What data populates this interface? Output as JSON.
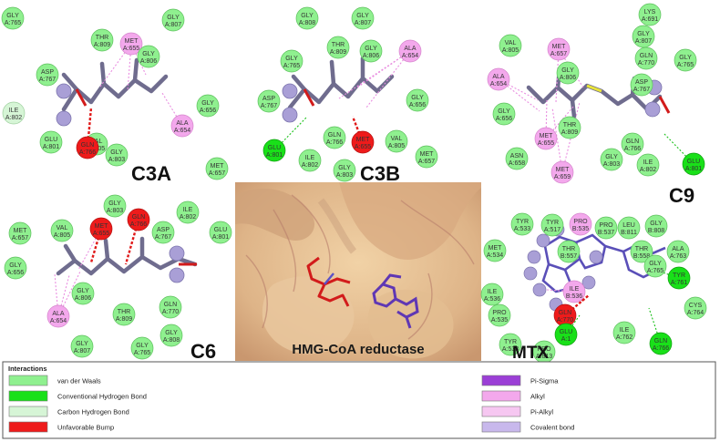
{
  "panels": {
    "c3a": {
      "label": "C3A",
      "residues": [
        {
          "name": "GLY",
          "num": "A:765",
          "kind": "vdw"
        },
        {
          "name": "THR",
          "num": "A:809",
          "kind": "vdw"
        },
        {
          "name": "MET",
          "num": "A:655",
          "kind": "alkyl"
        },
        {
          "name": "GLY",
          "num": "A:807",
          "kind": "vdw"
        },
        {
          "name": "GLY",
          "num": "A:806",
          "kind": "vdw"
        },
        {
          "name": "ASP",
          "num": "A:767",
          "kind": "vdw"
        },
        {
          "name": "GLY",
          "num": "A:656",
          "kind": "vdw"
        },
        {
          "name": "ILE",
          "num": "A:802",
          "kind": "chb"
        },
        {
          "name": "ALA",
          "num": "A:654",
          "kind": "alkyl"
        },
        {
          "name": "VAL",
          "num": "A:805",
          "kind": "vdw"
        },
        {
          "name": "GLU",
          "num": "A:801",
          "kind": "vdw"
        },
        {
          "name": "GLN",
          "num": "A:766",
          "kind": "bump"
        },
        {
          "name": "GLY",
          "num": "A:803",
          "kind": "vdw"
        },
        {
          "name": "MET",
          "num": "A:657",
          "kind": "vdw"
        }
      ]
    },
    "c3b": {
      "label": "C3B",
      "residues": [
        {
          "name": "GLY",
          "num": "A:808",
          "kind": "vdw"
        },
        {
          "name": "GLY",
          "num": "A:807",
          "kind": "vdw"
        },
        {
          "name": "THR",
          "num": "A:809",
          "kind": "vdw"
        },
        {
          "name": "GLY",
          "num": "A:806",
          "kind": "vdw"
        },
        {
          "name": "ALA",
          "num": "A:654",
          "kind": "alkyl"
        },
        {
          "name": "GLY",
          "num": "A:765",
          "kind": "vdw"
        },
        {
          "name": "ASP",
          "num": "A:767",
          "kind": "vdw"
        },
        {
          "name": "GLY",
          "num": "A:656",
          "kind": "vdw"
        },
        {
          "name": "GLN",
          "num": "A:766",
          "kind": "vdw"
        },
        {
          "name": "MET",
          "num": "A:655",
          "kind": "bump"
        },
        {
          "name": "VAL",
          "num": "A:805",
          "kind": "vdw"
        },
        {
          "name": "GLU",
          "num": "A:801",
          "kind": "hbond"
        },
        {
          "name": "ILE",
          "num": "A:802",
          "kind": "vdw"
        },
        {
          "name": "GLY",
          "num": "A:803",
          "kind": "vdw"
        },
        {
          "name": "MET",
          "num": "A:657",
          "kind": "vdw"
        }
      ]
    },
    "c9": {
      "label": "C9",
      "residues": [
        {
          "name": "LYS",
          "num": "A:691",
          "kind": "vdw"
        },
        {
          "name": "GLY",
          "num": "A:807",
          "kind": "vdw"
        },
        {
          "name": "VAL",
          "num": "A:805",
          "kind": "vdw"
        },
        {
          "name": "MET",
          "num": "A:657",
          "kind": "alkyl"
        },
        {
          "name": "GLN",
          "num": "A:770",
          "kind": "vdw"
        },
        {
          "name": "GLY",
          "num": "A:765",
          "kind": "vdw"
        },
        {
          "name": "GLY",
          "num": "A:806",
          "kind": "vdw"
        },
        {
          "name": "ALA",
          "num": "A:654",
          "kind": "alkyl"
        },
        {
          "name": "ASP",
          "num": "A:767",
          "kind": "vdw"
        },
        {
          "name": "GLY",
          "num": "A:656",
          "kind": "vdw"
        },
        {
          "name": "THR",
          "num": "A:809",
          "kind": "vdw"
        },
        {
          "name": "MET",
          "num": "A:655",
          "kind": "alkyl"
        },
        {
          "name": "GLN",
          "num": "A:766",
          "kind": "vdw"
        },
        {
          "name": "ASN",
          "num": "A:658",
          "kind": "vdw"
        },
        {
          "name": "GLY",
          "num": "A:803",
          "kind": "vdw"
        },
        {
          "name": "MET",
          "num": "A:659",
          "kind": "alkyl"
        },
        {
          "name": "ILE",
          "num": "A:802",
          "kind": "vdw"
        },
        {
          "name": "GLU",
          "num": "A:801",
          "kind": "hbond"
        }
      ]
    },
    "c6": {
      "label": "C6",
      "residues": [
        {
          "name": "GLY",
          "num": "A:803",
          "kind": "vdw"
        },
        {
          "name": "ILE",
          "num": "A:802",
          "kind": "vdw"
        },
        {
          "name": "MET",
          "num": "A:657",
          "kind": "vdw"
        },
        {
          "name": "VAL",
          "num": "A:805",
          "kind": "vdw"
        },
        {
          "name": "MET",
          "num": "A:655",
          "kind": "bump"
        },
        {
          "name": "GLN",
          "num": "A:766",
          "kind": "bump"
        },
        {
          "name": "ASP",
          "num": "A:767",
          "kind": "vdw"
        },
        {
          "name": "GLU",
          "num": "A:801",
          "kind": "vdw"
        },
        {
          "name": "GLY",
          "num": "A:656",
          "kind": "vdw"
        },
        {
          "name": "ALA",
          "num": "A:654",
          "kind": "alkyl"
        },
        {
          "name": "GLY",
          "num": "A:806",
          "kind": "vdw"
        },
        {
          "name": "THR",
          "num": "A:809",
          "kind": "vdw"
        },
        {
          "name": "GLN",
          "num": "A:770",
          "kind": "vdw"
        },
        {
          "name": "GLY",
          "num": "A:807",
          "kind": "vdw"
        },
        {
          "name": "GLY",
          "num": "A:765",
          "kind": "vdw"
        },
        {
          "name": "GLY",
          "num": "A:808",
          "kind": "vdw"
        }
      ]
    },
    "mtx": {
      "label": "MTX",
      "residues": [
        {
          "name": "THR",
          "num": "B:557",
          "kind": "vdw"
        },
        {
          "name": "TYR",
          "num": "A:533",
          "kind": "vdw"
        },
        {
          "name": "TYR",
          "num": "A:517",
          "kind": "vdw"
        },
        {
          "name": "PRO",
          "num": "B:535",
          "kind": "alkyl"
        },
        {
          "name": "PRO",
          "num": "B:537",
          "kind": "vdw"
        },
        {
          "name": "LEU",
          "num": "B:811",
          "kind": "vdw"
        },
        {
          "name": "GLY",
          "num": "B:808",
          "kind": "vdw"
        },
        {
          "name": "MET",
          "num": "A:534",
          "kind": "vdw"
        },
        {
          "name": "THR",
          "num": "B:558",
          "kind": "vdw"
        },
        {
          "name": "ALA",
          "num": "A:763",
          "kind": "vdw"
        },
        {
          "name": "GLY",
          "num": "A:765",
          "kind": "vdw"
        },
        {
          "name": "ILE",
          "num": "B:536",
          "kind": "alkyl"
        },
        {
          "name": "TYR",
          "num": "A:761",
          "kind": "hbond"
        },
        {
          "name": "ILE",
          "num": "A:536",
          "kind": "vdw"
        },
        {
          "name": "GLN",
          "num": "A:770",
          "kind": "bump"
        },
        {
          "name": "CYS",
          "num": "A:764",
          "kind": "vdw"
        },
        {
          "name": "PRO",
          "num": "A:535",
          "kind": "vdw"
        },
        {
          "name": "GLU",
          "num": "A:1",
          "kind": "hbond"
        },
        {
          "name": "ILE",
          "num": "A:762",
          "kind": "vdw"
        },
        {
          "name": "TYR",
          "num": "A:533",
          "kind": "vdw"
        },
        {
          "name": "PRO",
          "num": "A:813",
          "kind": "vdw"
        },
        {
          "name": "GLN",
          "num": "A:766",
          "kind": "hbond"
        }
      ]
    }
  },
  "center": {
    "label": "HMG-CoA reductase"
  },
  "legend": {
    "title": "Interactions",
    "items": [
      {
        "label": "van der Waals",
        "color": "#8ff08f",
        "kind": "vdw"
      },
      {
        "label": "Conventional Hydrogen Bond",
        "color": "#19e019",
        "kind": "hbond"
      },
      {
        "label": "Carbon Hydrogen Bond",
        "color": "#d6f5d6",
        "kind": "chb"
      },
      {
        "label": "Unfavorable Bump",
        "color": "#ee1b1b",
        "kind": "bump"
      },
      {
        "label": "Pi-Sigma",
        "color": "#9b3fd6",
        "kind": "pisigma"
      },
      {
        "label": "Alkyl",
        "color": "#f3a8ec",
        "kind": "alkyl"
      },
      {
        "label": "Pi-Alkyl",
        "color": "#f6c7f1",
        "kind": "pialkyl"
      },
      {
        "label": "Covalent bond",
        "color": "#c8b8ec",
        "kind": "covalent"
      }
    ]
  },
  "colors": {
    "vdw": "#8ff08f",
    "hbond": "#19e019",
    "chb": "#d6f5d6",
    "bump": "#ee1b1b",
    "alkyl": "#f3a8ec",
    "ligand": "#6f6c8e",
    "ligandAtom": "#a99fd6",
    "surface": "#e7c296"
  }
}
